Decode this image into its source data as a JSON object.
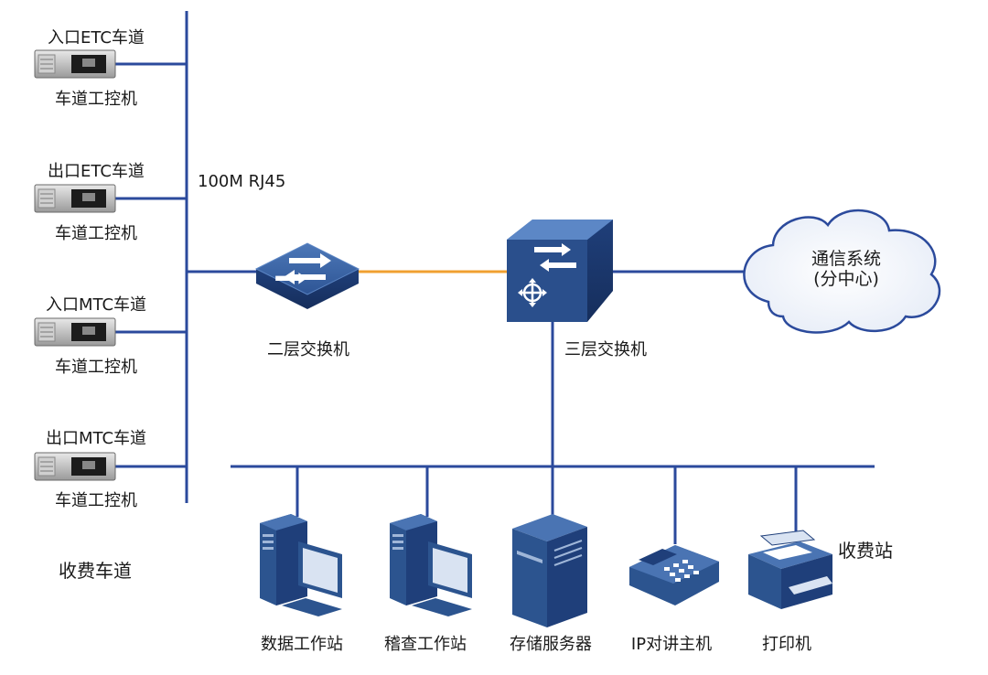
{
  "lanes": [
    {
      "lane_label": "入口ETC车道",
      "device_label": "车道工控机"
    },
    {
      "lane_label": "出口ETC车道",
      "device_label": "车道工控机"
    },
    {
      "lane_label": "入口MTC车道",
      "device_label": "车道工控机"
    },
    {
      "lane_label": "出口MTC车道",
      "device_label": "车道工控机"
    }
  ],
  "link_label": "100M RJ45",
  "l2_switch_label": "二层交换机",
  "l3_switch_label": "三层交换机",
  "cloud": {
    "line1": "通信系统",
    "line2": "(分中心)"
  },
  "zone_lane_label": "收费车道",
  "zone_station_label": "收费站",
  "station_devices": [
    {
      "label": "数据工作站",
      "icon": "workstation-icon"
    },
    {
      "label": "稽查工作站",
      "icon": "workstation-icon"
    },
    {
      "label": "存储服务器",
      "icon": "server-icon"
    },
    {
      "label": "IP对讲主机",
      "icon": "phone-icon"
    },
    {
      "label": "打印机",
      "icon": "printer-icon"
    }
  ],
  "colors": {
    "link_blue": "#2b4a9c",
    "trunk_orange": "#f0a030",
    "device_dark": "#1f3f7a",
    "device_light": "#3a65a8"
  }
}
